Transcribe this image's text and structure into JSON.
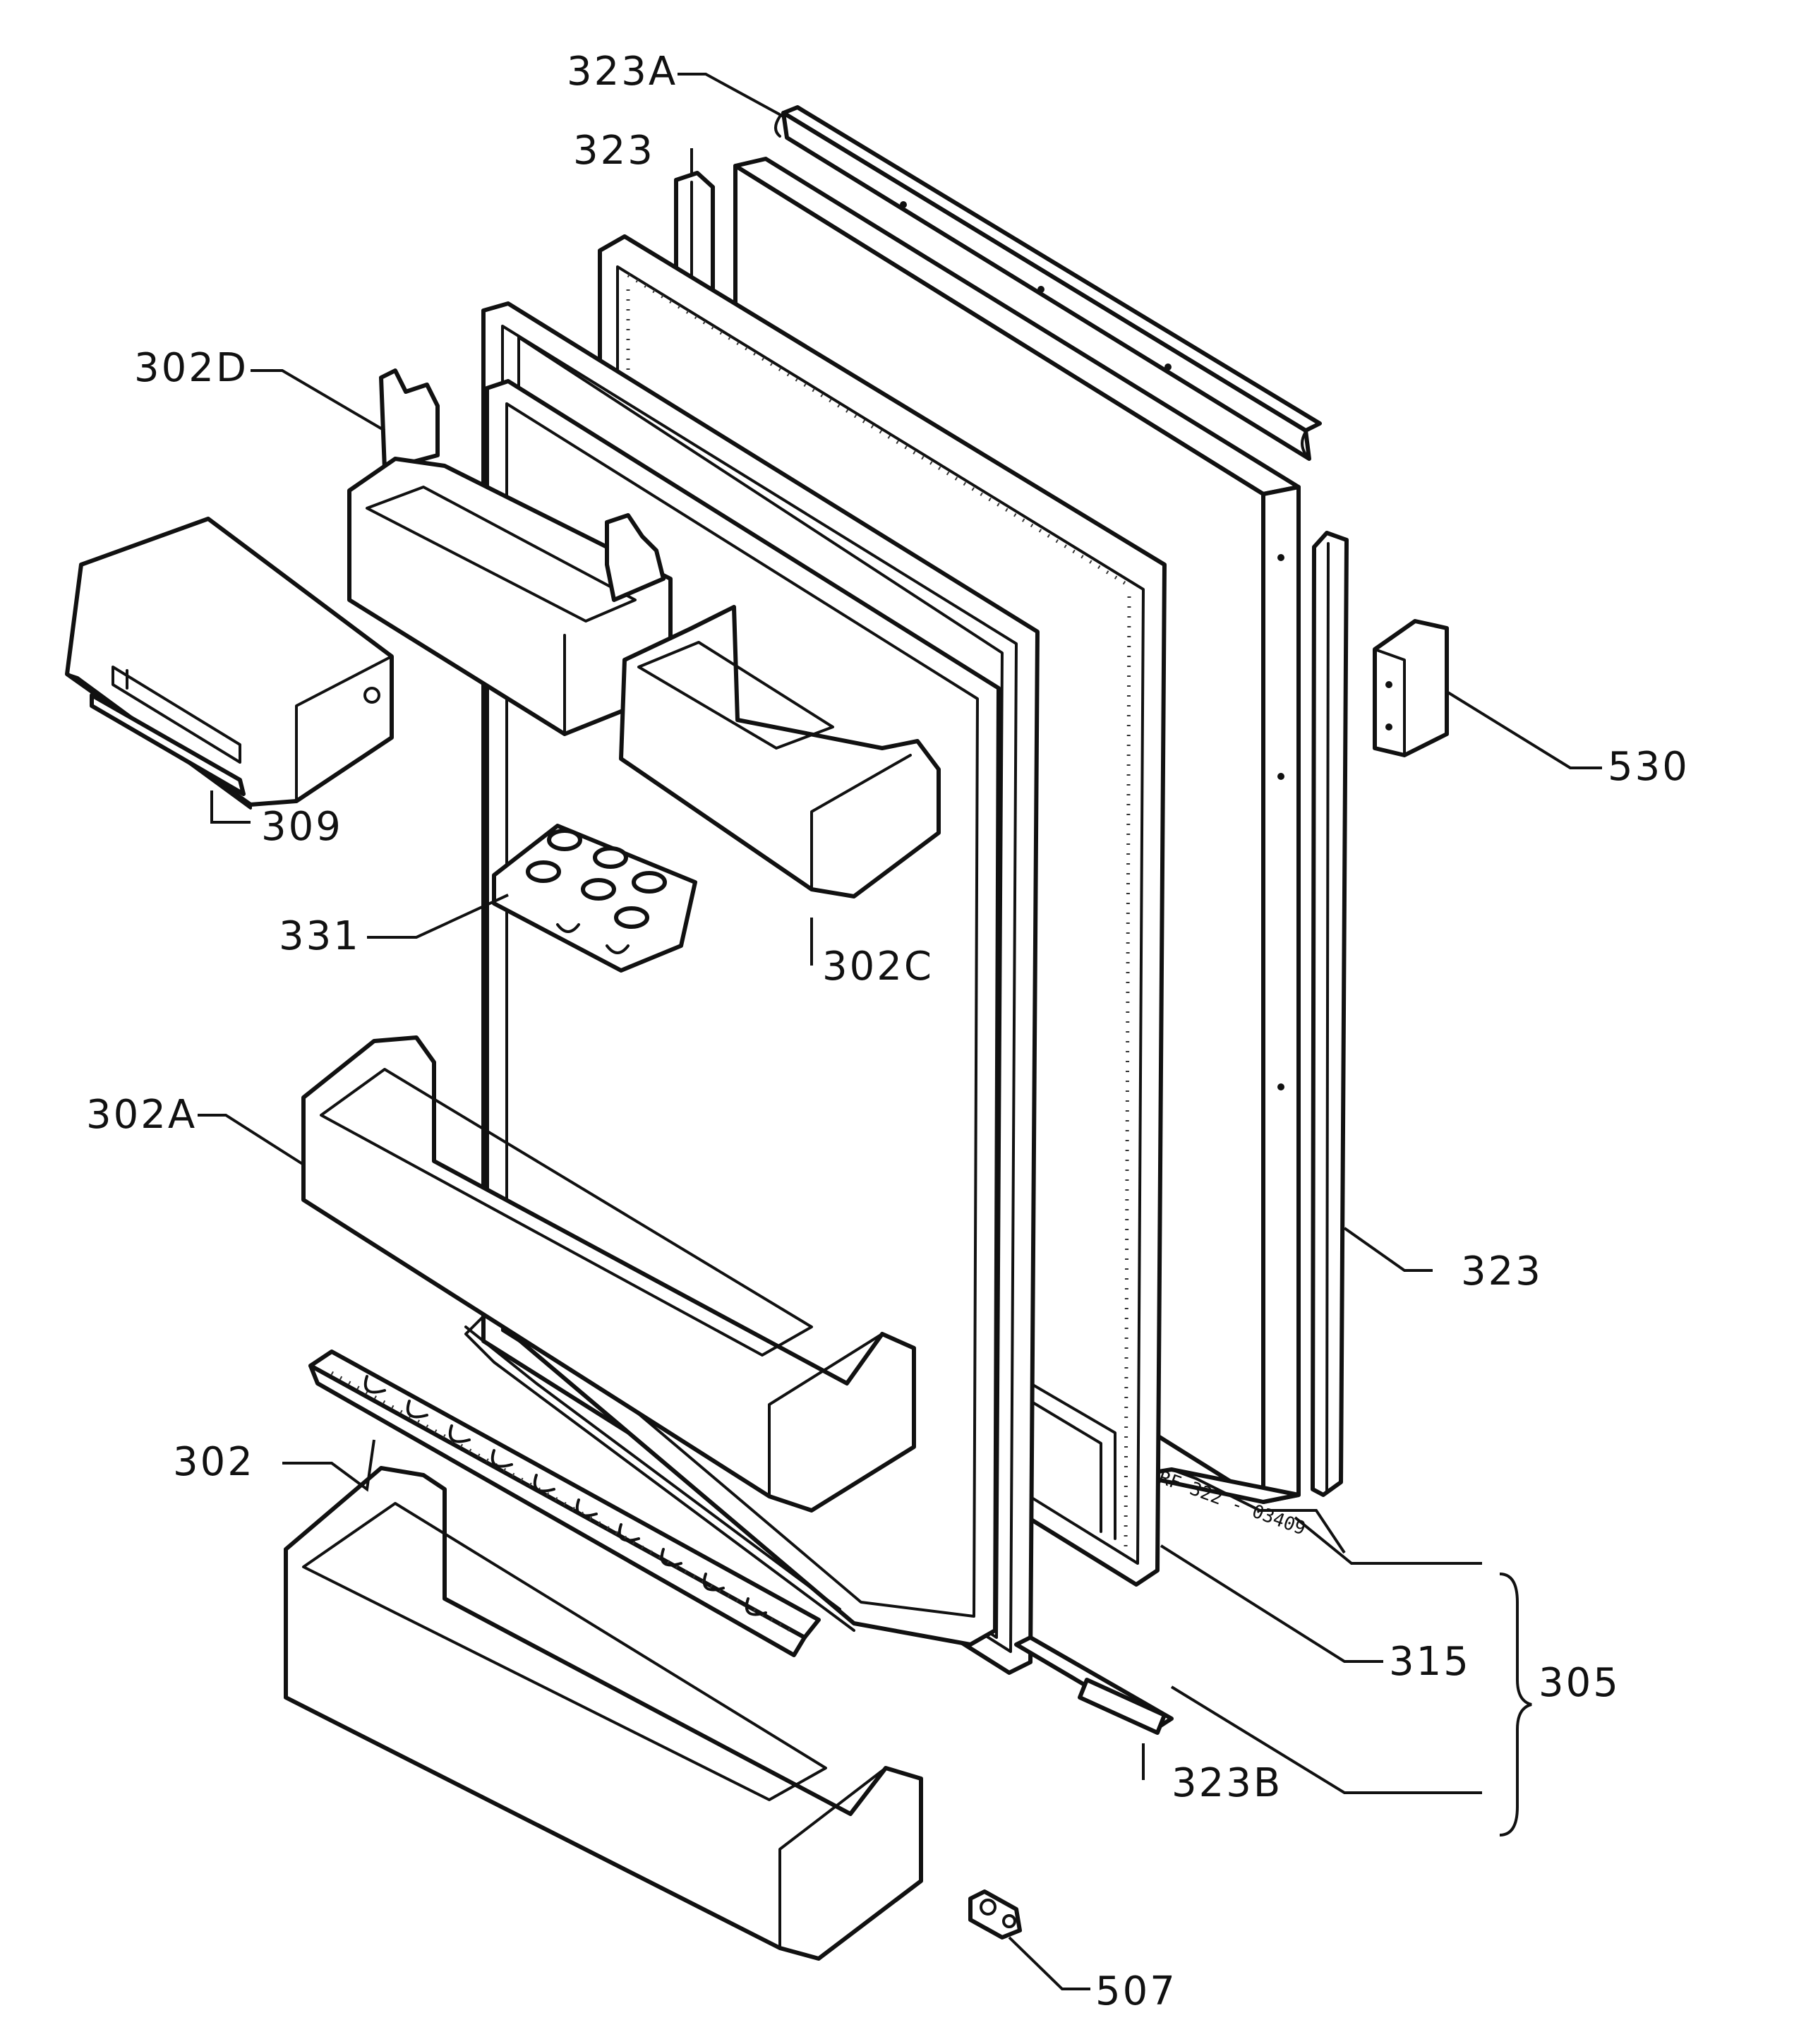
{
  "callouts": {
    "p323a": "323A",
    "p323_top": "323",
    "p302d": "302D",
    "p530": "530",
    "p309": "309",
    "p331": "331",
    "p302c": "302C",
    "p302a": "302A",
    "p323_right": "323",
    "p302": "302",
    "p315": "315",
    "p305": "305",
    "p323b": "323B",
    "p507": "507"
  },
  "drawing_code": "RF 322 - 03409"
}
